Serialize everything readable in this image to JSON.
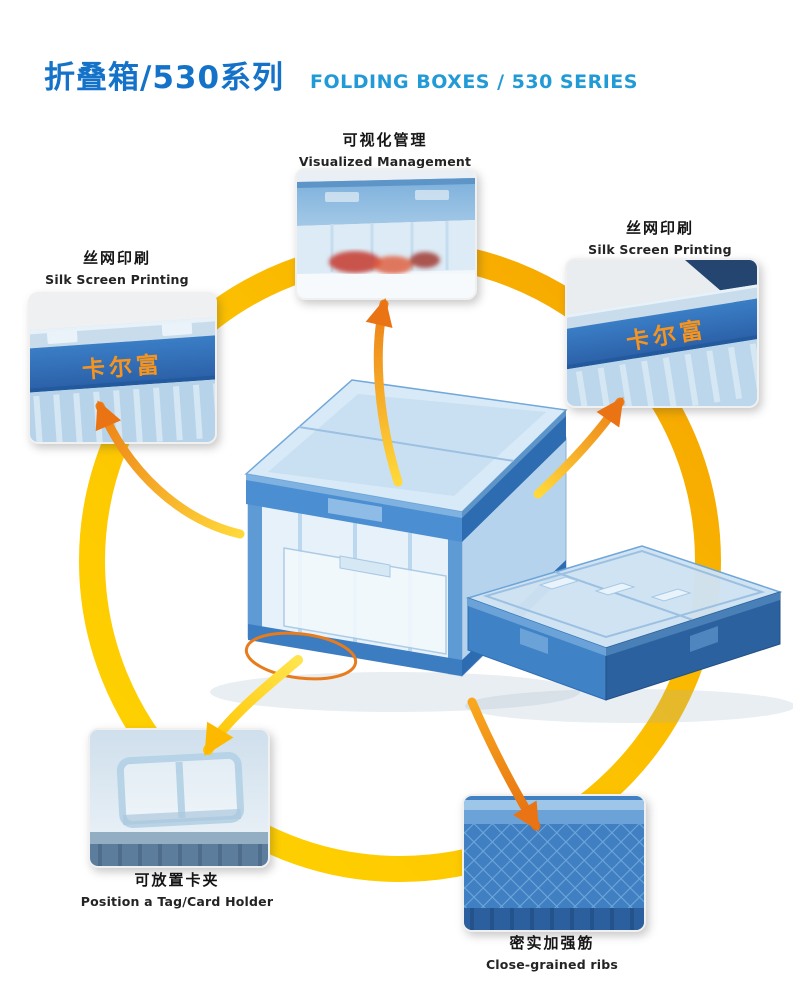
{
  "header": {
    "title_zh": "折叠箱/530系列",
    "title_en": "FOLDING BOXES / 530 SERIES"
  },
  "brand": {
    "text": "卡尔富"
  },
  "callouts": {
    "visualized": {
      "zh": "可视化管理",
      "en": "Visualized Management"
    },
    "silk_left": {
      "zh": "丝网印刷",
      "en": "Silk Screen Printing"
    },
    "silk_right": {
      "zh": "丝网印刷",
      "en": "Silk Screen Printing"
    },
    "card_holder": {
      "zh": "可放置卡夹",
      "en": "Position a Tag/Card Holder"
    },
    "ribs": {
      "zh": "密实加强筋",
      "en": "Close-grained ribs"
    }
  },
  "colors": {
    "title_blue": "#1472c8",
    "subtitle_blue": "#219ad6",
    "ring_yellow": "#ffd400",
    "ring_orange": "#f5a300",
    "arrow_orange": "#ea7414",
    "arrow_yellow": "#ffd800",
    "box_blue_dark": "#2e6cb2",
    "box_blue_mid": "#3f82c6",
    "box_blue_light": "#cfe3f3",
    "brand_orange": "#f7941d"
  }
}
